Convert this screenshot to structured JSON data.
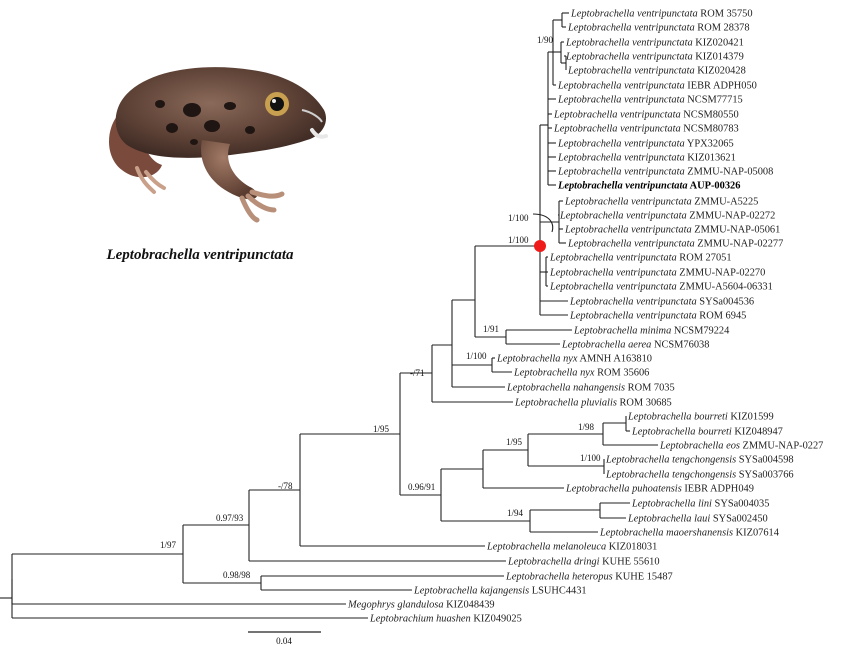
{
  "figure": {
    "photo_caption": "Leptobrachella ventripunctata",
    "scale_bar_label": "0.04"
  },
  "colors": {
    "highlight_node": "#ef1b1b",
    "branch": "#222222",
    "frog_body": "#6b4a3d"
  },
  "tree": {
    "tips": [
      {
        "sp": "Leptobrachella ventripunctata",
        "id": "ROM 35750"
      },
      {
        "sp": "Leptobrachella ventripunctata",
        "id": "ROM 28378"
      },
      {
        "sp": "Leptobrachella ventripunctata",
        "id": "KIZ020421"
      },
      {
        "sp": "Leptobrachella ventripunctata",
        "id": "KIZ014379"
      },
      {
        "sp": "Leptobrachella ventripunctata",
        "id": "KIZ020428"
      },
      {
        "sp": "Leptobrachella ventripunctata",
        "id": "IEBR ADPH050"
      },
      {
        "sp": "Leptobrachella ventripunctata",
        "id": "NCSM77715"
      },
      {
        "sp": "Leptobrachella ventripunctata",
        "id": "NCSM80550"
      },
      {
        "sp": "Leptobrachella ventripunctata",
        "id": "NCSM80783"
      },
      {
        "sp": "Leptobrachella ventripunctata",
        "id": "YPX32065"
      },
      {
        "sp": "Leptobrachella ventripunctata",
        "id": "KIZ013621"
      },
      {
        "sp": "Leptobrachella ventripunctata",
        "id": "ZMMU-NAP-05008"
      },
      {
        "sp": "Leptobrachella ventripunctata",
        "id": "AUP-00326",
        "bold": true
      },
      {
        "sp": "Leptobrachella ventripunctata",
        "id": "ZMMU-A5225"
      },
      {
        "sp": "Leptobrachella ventripunctata",
        "id": "ZMMU-NAP-02272"
      },
      {
        "sp": "Leptobrachella ventripunctata",
        "id": "ZMMU-NAP-05061"
      },
      {
        "sp": "Leptobrachella ventripunctata",
        "id": "ZMMU-NAP-02277"
      },
      {
        "sp": "Leptobrachella ventripunctata",
        "id": "ROM 27051"
      },
      {
        "sp": "Leptobrachella ventripunctata",
        "id": "ZMMU-NAP-02270"
      },
      {
        "sp": "Leptobrachella ventripunctata",
        "id": "ZMMU-A5604-06331"
      },
      {
        "sp": "Leptobrachella ventripunctata",
        "id": "SYSa004536"
      },
      {
        "sp": "Leptobrachella ventripunctata",
        "id": "ROM 6945"
      },
      {
        "sp": "Leptobrachella minima",
        "id": "NCSM79224"
      },
      {
        "sp": "Leptobrachella aerea",
        "id": "NCSM76038"
      },
      {
        "sp": "Leptobrachella nyx",
        "id": "AMNH A163810"
      },
      {
        "sp": "Leptobrachella nyx",
        "id": "ROM 35606"
      },
      {
        "sp": "Leptobrachella nahangensis",
        "id": "ROM 7035"
      },
      {
        "sp": "Leptobrachella pluvialis",
        "id": "ROM 30685"
      },
      {
        "sp": "Leptobrachella bourreti",
        "id": "KIZ01599"
      },
      {
        "sp": "Leptobrachella bourreti",
        "id": "KIZ048947"
      },
      {
        "sp": "Leptobrachella eos",
        "id": "ZMMU-NAP-0227"
      },
      {
        "sp": "Leptobrachella tengchongensis",
        "id": "SYSa004598"
      },
      {
        "sp": "Leptobrachella tengchongensis",
        "id": "SYSa003766"
      },
      {
        "sp": "Leptobrachella puhoatensis",
        "id": "IEBR ADPH049"
      },
      {
        "sp": "Leptobrachella lini",
        "id": "SYSa004035"
      },
      {
        "sp": "Leptobrachella laui",
        "id": "SYSa002450"
      },
      {
        "sp": "Leptobrachella maoershanensis",
        "id": "KIZ07614"
      },
      {
        "sp": "Leptobrachella melanoleuca",
        "id": "KIZ018031"
      },
      {
        "sp": "Leptobrachella dringi",
        "id": "KUHE 55610"
      },
      {
        "sp": "Leptobrachella heteropus",
        "id": "KUHE 15487"
      },
      {
        "sp": "Leptobrachella kajangensis",
        "id": "LSUHC4431"
      },
      {
        "sp": "Megophrys glandulosa",
        "id": "KIZ048439"
      },
      {
        "sp": "Leptobrachium huashen",
        "id": "KIZ049025"
      }
    ],
    "support_labels": [
      {
        "key": "s1",
        "text": "1/90"
      },
      {
        "key": "s2",
        "text": "1/100"
      },
      {
        "key": "s3",
        "text": "1/100"
      },
      {
        "key": "s4",
        "text": "1/91"
      },
      {
        "key": "s5",
        "text": "1/100"
      },
      {
        "key": "s6",
        "text": "-/71"
      },
      {
        "key": "s7",
        "text": "1/95"
      },
      {
        "key": "s8",
        "text": "1/98"
      },
      {
        "key": "s9",
        "text": "1/95"
      },
      {
        "key": "s10",
        "text": "1/100"
      },
      {
        "key": "s11",
        "text": "0.96/91"
      },
      {
        "key": "s12",
        "text": "1/94"
      },
      {
        "key": "s13",
        "text": "-/78"
      },
      {
        "key": "s14",
        "text": "0.97/93"
      },
      {
        "key": "s15",
        "text": "1/97"
      },
      {
        "key": "s16",
        "text": "0.98/98"
      }
    ]
  }
}
